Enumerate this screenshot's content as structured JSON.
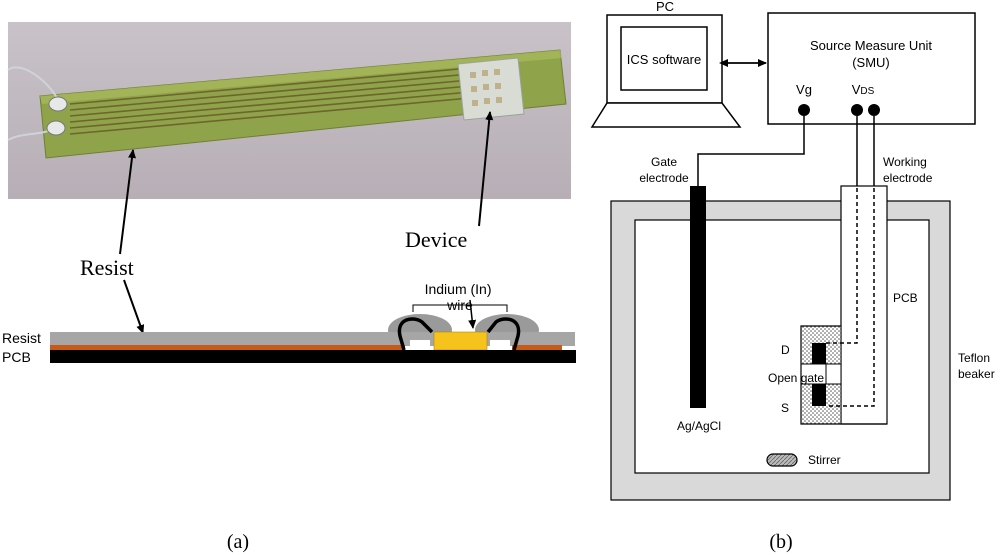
{
  "panel_a": {
    "caption": "(a)",
    "labels": {
      "resist_photo": "Resist",
      "device": "Device",
      "indium_wire": "Indium (In)\nwire",
      "resist_layer": "Resist",
      "pcb_layer": "PCB"
    }
  },
  "panel_b": {
    "caption": "(b)",
    "pc": {
      "label": "PC",
      "software": "ICS software"
    },
    "smu": {
      "title_line1": "Source Measure Unit",
      "title_line2": "(SMU)",
      "vg": "Vg",
      "vds": "VDS"
    },
    "labels": {
      "gate_electrode_line1": "Gate",
      "gate_electrode_line2": "electrode",
      "working_electrode_line1": "Working",
      "working_electrode_line2": "electrode",
      "pcb": "PCB",
      "d": "D",
      "open_gate": "Open gate",
      "s": "S",
      "ag_agcl": "Ag/AgCl",
      "stirrer": "Stirrer",
      "teflon_line1": "Teflon",
      "teflon_line2": "beaker"
    }
  },
  "colors": {
    "pcb_green": "#8fa34a",
    "copper": "#c85a17",
    "indium": "#f6c21c",
    "resist_gray": "#a6a6a6",
    "beaker_gray": "#d9d9d9"
  }
}
